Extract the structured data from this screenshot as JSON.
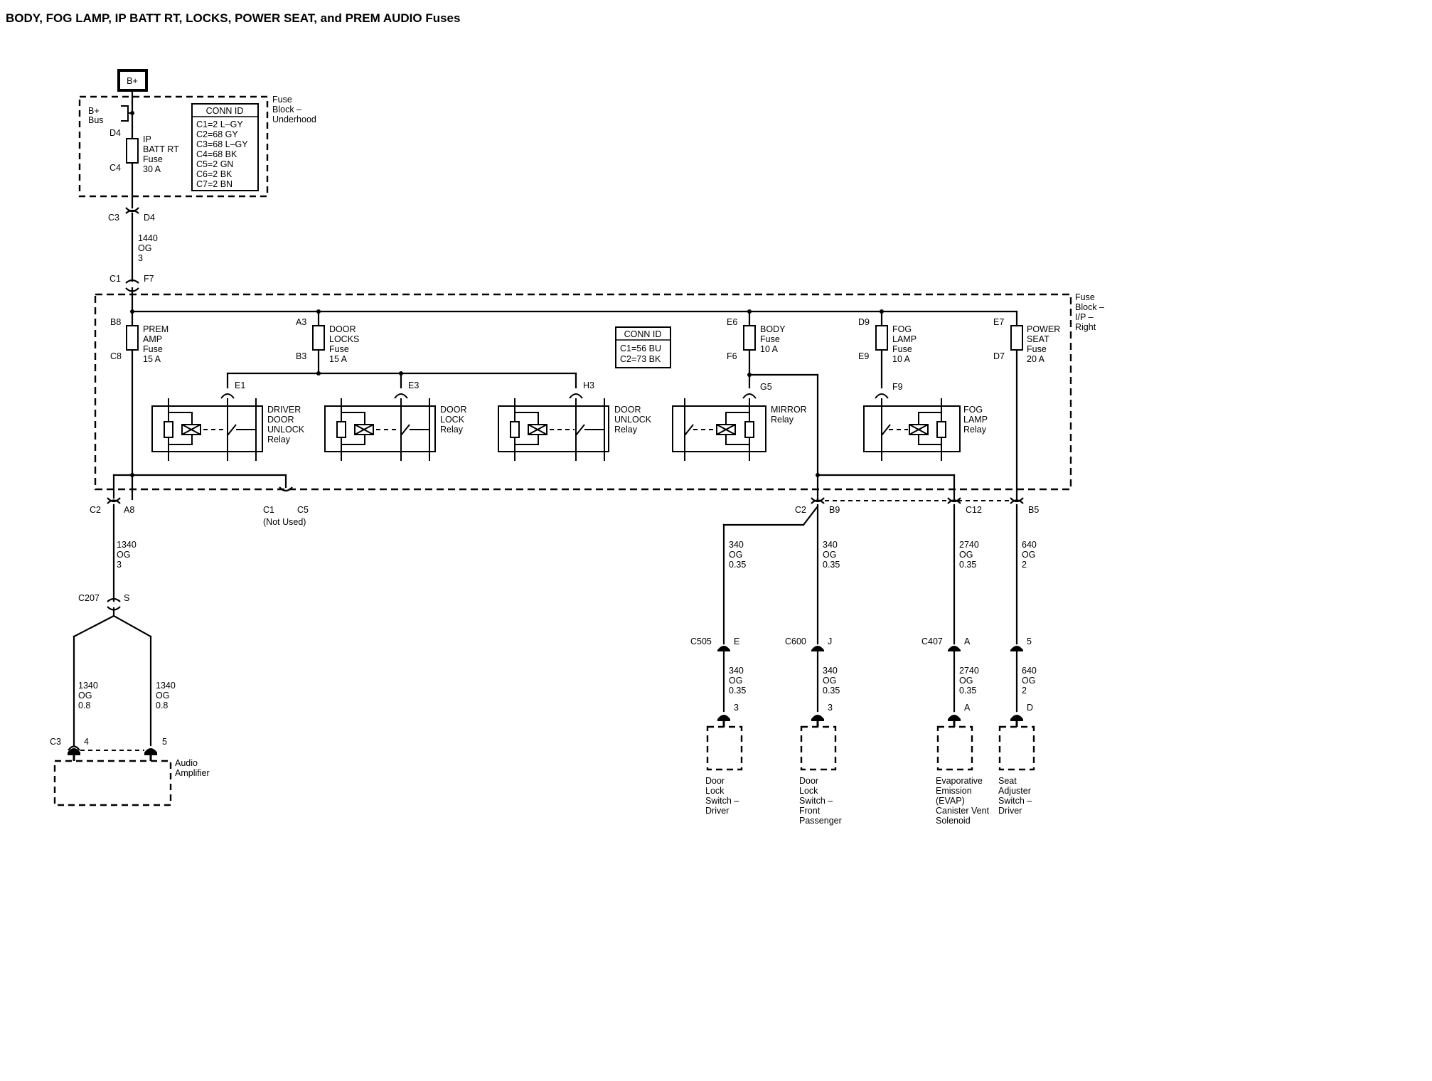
{
  "title": "BODY, FOG LAMP, IP BATT RT, LOCKS, POWER SEAT, and PREM AUDIO Fuses",
  "battery": {
    "label": "B+"
  },
  "fuse_block_underhood": {
    "label": [
      "Fuse",
      "Block –",
      "Underhood"
    ],
    "bus": [
      "B+",
      "Bus"
    ],
    "fuse": {
      "pins": [
        "D4",
        "C4"
      ],
      "name": [
        "IP",
        "BATT RT",
        "Fuse",
        "30 A"
      ]
    },
    "conn_id": {
      "title": "CONN ID",
      "rows": [
        "C1=2 L–GY",
        "C2=68 GY",
        "C3=68 L–GY",
        "C4=68 BK",
        "C5=2 GN",
        "C6=2 BK",
        "C7=2 BN"
      ]
    },
    "out_conn": [
      "C3",
      "D4"
    ]
  },
  "feed_wire": [
    "1440",
    "OG",
    "3"
  ],
  "fuse_block_ip": {
    "label": [
      "Fuse",
      "Block –",
      "I/P –",
      "Right"
    ],
    "in_conn": [
      "C1",
      "F7"
    ],
    "conn_id": {
      "title": "CONN ID",
      "rows": [
        "C1=56 BU",
        "C2=73 BK"
      ]
    },
    "fuses": [
      {
        "pins": [
          "B8",
          "C8"
        ],
        "name": [
          "PREM",
          "AMP",
          "Fuse",
          "15 A"
        ]
      },
      {
        "pins": [
          "A3",
          "B3"
        ],
        "name": [
          "DOOR",
          "LOCKS",
          "Fuse",
          "15 A"
        ]
      },
      {
        "pins": [
          "E6",
          "F6"
        ],
        "name": [
          "BODY",
          "Fuse",
          "10 A"
        ]
      },
      {
        "pins": [
          "D9",
          "E9"
        ],
        "name": [
          "FOG",
          "LAMP",
          "Fuse",
          "10 A"
        ]
      },
      {
        "pins": [
          "E7",
          "D7"
        ],
        "name": [
          "POWER",
          "SEAT",
          "Fuse",
          "20 A"
        ]
      }
    ],
    "relays": [
      {
        "pin": "E1",
        "name": [
          "DRIVER",
          "DOOR",
          "UNLOCK",
          "Relay"
        ]
      },
      {
        "pin": "E3",
        "name": [
          "DOOR",
          "LOCK",
          "Relay"
        ]
      },
      {
        "pin": "H3",
        "name": [
          "DOOR",
          "UNLOCK",
          "Relay"
        ]
      },
      {
        "pin": "G5",
        "name": [
          "MIRROR",
          "Relay"
        ]
      },
      {
        "pin": "F9",
        "name": [
          "FOG",
          "LAMP",
          "Relay"
        ]
      }
    ]
  },
  "outputs": {
    "amp": {
      "conn": [
        "C2",
        "A8"
      ],
      "wire": [
        "1340",
        "OG",
        "3"
      ],
      "splice": [
        "C207",
        "S"
      ]
    },
    "not_used": {
      "conn": [
        "C1",
        "C5"
      ],
      "note": "(Not Used)"
    },
    "c2_b9": [
      "C2",
      "B9"
    ],
    "c12": "C12",
    "b5": "B5",
    "wires": [
      {
        "top": [
          "340",
          "OG",
          "0.35"
        ],
        "conn": [
          "C505",
          "E"
        ],
        "bottom": [
          "340",
          "OG",
          "0.35"
        ],
        "pin": "3",
        "device": [
          "Door",
          "Lock",
          "Switch –",
          "Driver"
        ]
      },
      {
        "top": [
          "340",
          "OG",
          "0.35"
        ],
        "conn": [
          "C600",
          "J"
        ],
        "bottom": [
          "340",
          "OG",
          "0.35"
        ],
        "pin": "3",
        "device": [
          "Door",
          "Lock",
          "Switch –",
          "Front",
          "Passenger"
        ]
      },
      {
        "top": [
          "2740",
          "OG",
          "0.35"
        ],
        "conn": [
          "C407",
          "A"
        ],
        "bottom": [
          "2740",
          "OG",
          "0.35"
        ],
        "pin": "A",
        "device": [
          "Evaporative",
          "Emission",
          "(EVAP)",
          "Canister Vent",
          "Solenoid"
        ]
      },
      {
        "top": [
          "640",
          "OG",
          "2"
        ],
        "conn": [
          "",
          "5"
        ],
        "bottom": [
          "640",
          "OG",
          "2"
        ],
        "pin": "D",
        "device": [
          "Seat",
          "Adjuster",
          "Switch –",
          "Driver"
        ]
      }
    ]
  },
  "amplifier": {
    "branch_wires": [
      [
        "1340",
        "OG",
        "0.8"
      ],
      [
        "1340",
        "OG",
        "0.8"
      ]
    ],
    "conn": "C3",
    "pins": [
      "4",
      "5"
    ],
    "name": [
      "Audio",
      "Amplifier"
    ]
  }
}
